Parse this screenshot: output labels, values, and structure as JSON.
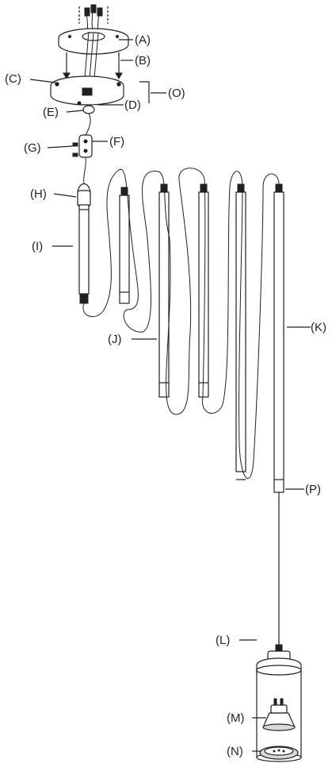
{
  "labels": {
    "A": "(A)",
    "B": "(B)",
    "C": "(C)",
    "D": "(D)",
    "E": "(E)",
    "F": "(F)",
    "G": "(G)",
    "H": "(H)",
    "I": "(I)",
    "J": "(J)",
    "K": "(K)",
    "L": "(L)",
    "M": "(M)",
    "N": "(N)",
    "O": "(O)",
    "P": "(P)"
  }
}
